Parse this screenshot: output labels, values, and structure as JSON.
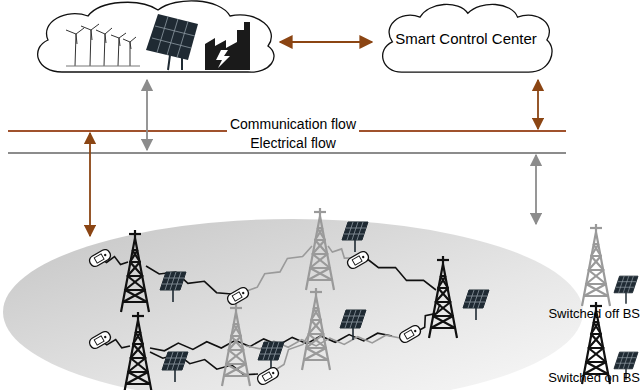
{
  "diagram": {
    "nodes": [
      {
        "text": [
          "Smart Control Center"
        ]
      }
    ],
    "labels": [
      "Communication flow",
      "Electrical flow"
    ],
    "legend": [
      {
        "text": "Switched off BS"
      },
      {
        "text": "Switched on BS"
      }
    ]
  }
}
